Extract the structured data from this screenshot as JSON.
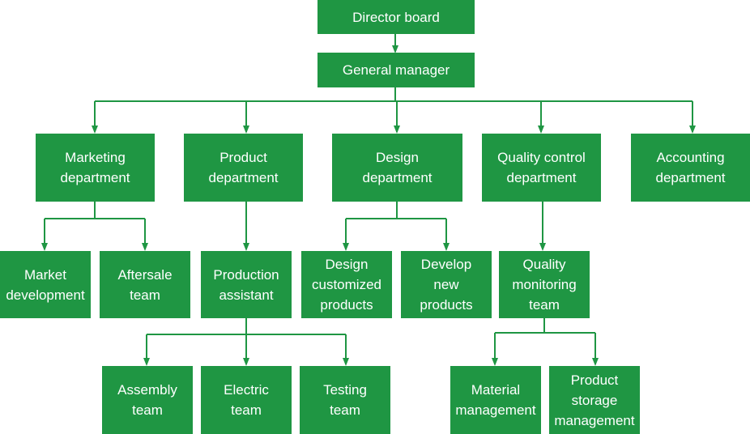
{
  "colors": {
    "box_fill": "#1f9643",
    "connector": "#1f9643",
    "text": "#ffffff"
  },
  "org": {
    "director_board": "Director board",
    "general_manager": "General manager",
    "marketing_department": "Marketing\ndepartment",
    "product_department": "Product\ndepartment",
    "design_department": "Design\ndepartment",
    "quality_control_department": "Quality control\ndepartment",
    "accounting_department": "Accounting\ndepartment",
    "market_development": "Market\ndevelopment",
    "aftersale_team": "Aftersale\nteam",
    "production_assistant": "Production\nassistant",
    "design_customized_products": "Design\ncustomized\nproducts",
    "develop_new_products": "Develop\nnew\nproducts",
    "quality_monitoring_team": "Quality\nmonitoring\nteam",
    "assembly_team": "Assembly\nteam",
    "electric_team": "Electric\nteam",
    "testing_team": "Testing\nteam",
    "material_management": "Material\nmanagement",
    "product_storage_management": "Product\nstorage\nmanagement"
  }
}
